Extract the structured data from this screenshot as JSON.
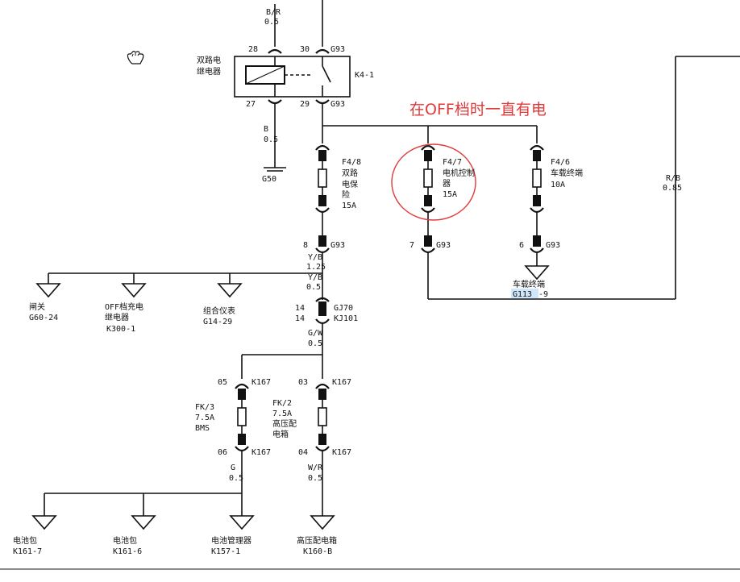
{
  "annotation": {
    "text": "在OFF档时一直有电",
    "color": "#e03a3a"
  },
  "relay": {
    "name": [
      "双路电",
      "继电器"
    ],
    "id": "K4-1",
    "pins": {
      "p28": "28",
      "p30": "30",
      "p27": "27",
      "p29": "29"
    },
    "connector_top": "G93",
    "connector_bottom": "G93"
  },
  "wires": {
    "top_in": {
      "color": "B/R",
      "size": "0.5"
    },
    "ground": {
      "color": "B",
      "size": "0.5"
    },
    "main_down": {
      "color": "Y/B",
      "size": "1.25"
    },
    "branch_row": {
      "color": "Y/B",
      "size": "0.5"
    },
    "gw": {
      "color": "G/W",
      "size": "0.5"
    },
    "bms_out": {
      "color": "G",
      "size": "0.5"
    },
    "hv_out": {
      "color": "W/R",
      "size": "0.5"
    },
    "right_rb": {
      "color": "R/B",
      "size": "0.85"
    }
  },
  "ground_label": "G50",
  "fuses": [
    {
      "id": "F4/8",
      "lines": [
        "双路",
        "电保",
        "险"
      ],
      "rating": "15A",
      "pin": "8",
      "conn": "G93"
    },
    {
      "id": "F4/7",
      "lines": [
        "电机控制",
        "器"
      ],
      "rating": "15A",
      "pin": "7",
      "conn": "G93"
    },
    {
      "id": "F4/6",
      "lines": [
        "车载终端"
      ],
      "rating": "10A",
      "pin": "6",
      "conn": "G93"
    },
    {
      "id": "FK/3",
      "lines": [
        "7.5A",
        "BMS"
      ],
      "pin_top": "05",
      "pin_bottom": "06",
      "conn": "K167"
    },
    {
      "id": "FK/2",
      "lines": [
        "7.5A",
        "高压配",
        "电箱"
      ],
      "pin_top": "03",
      "pin_bottom": "04",
      "conn": "K167"
    }
  ],
  "connector_mid": {
    "pin1": "14",
    "conn1": "GJ70",
    "pin2": "14",
    "conn2": "KJ101"
  },
  "terminals": [
    {
      "name": "闸关",
      "code": "G60-24"
    },
    {
      "name": "OFF档充电继电器",
      "lines": [
        "OFF档充电",
        "继电器"
      ],
      "code": "K300-1"
    },
    {
      "name": "组合仪表",
      "code": "G14-29"
    },
    {
      "name": "车载终端",
      "code_a": "G113",
      "code_b": "-9"
    },
    {
      "name": "电池包",
      "code": "K161-7"
    },
    {
      "name": "电池包",
      "code": "K161-6"
    },
    {
      "name": "电池管理器",
      "code": "K157-1"
    },
    {
      "name": "高压配电箱",
      "code": "K160-B"
    }
  ],
  "colors": {
    "wire": "#111111",
    "highlight_circle": "#e03a3a",
    "selection": "#cfe6fb"
  },
  "icons": {
    "cursor": "hand-grab-icon"
  }
}
